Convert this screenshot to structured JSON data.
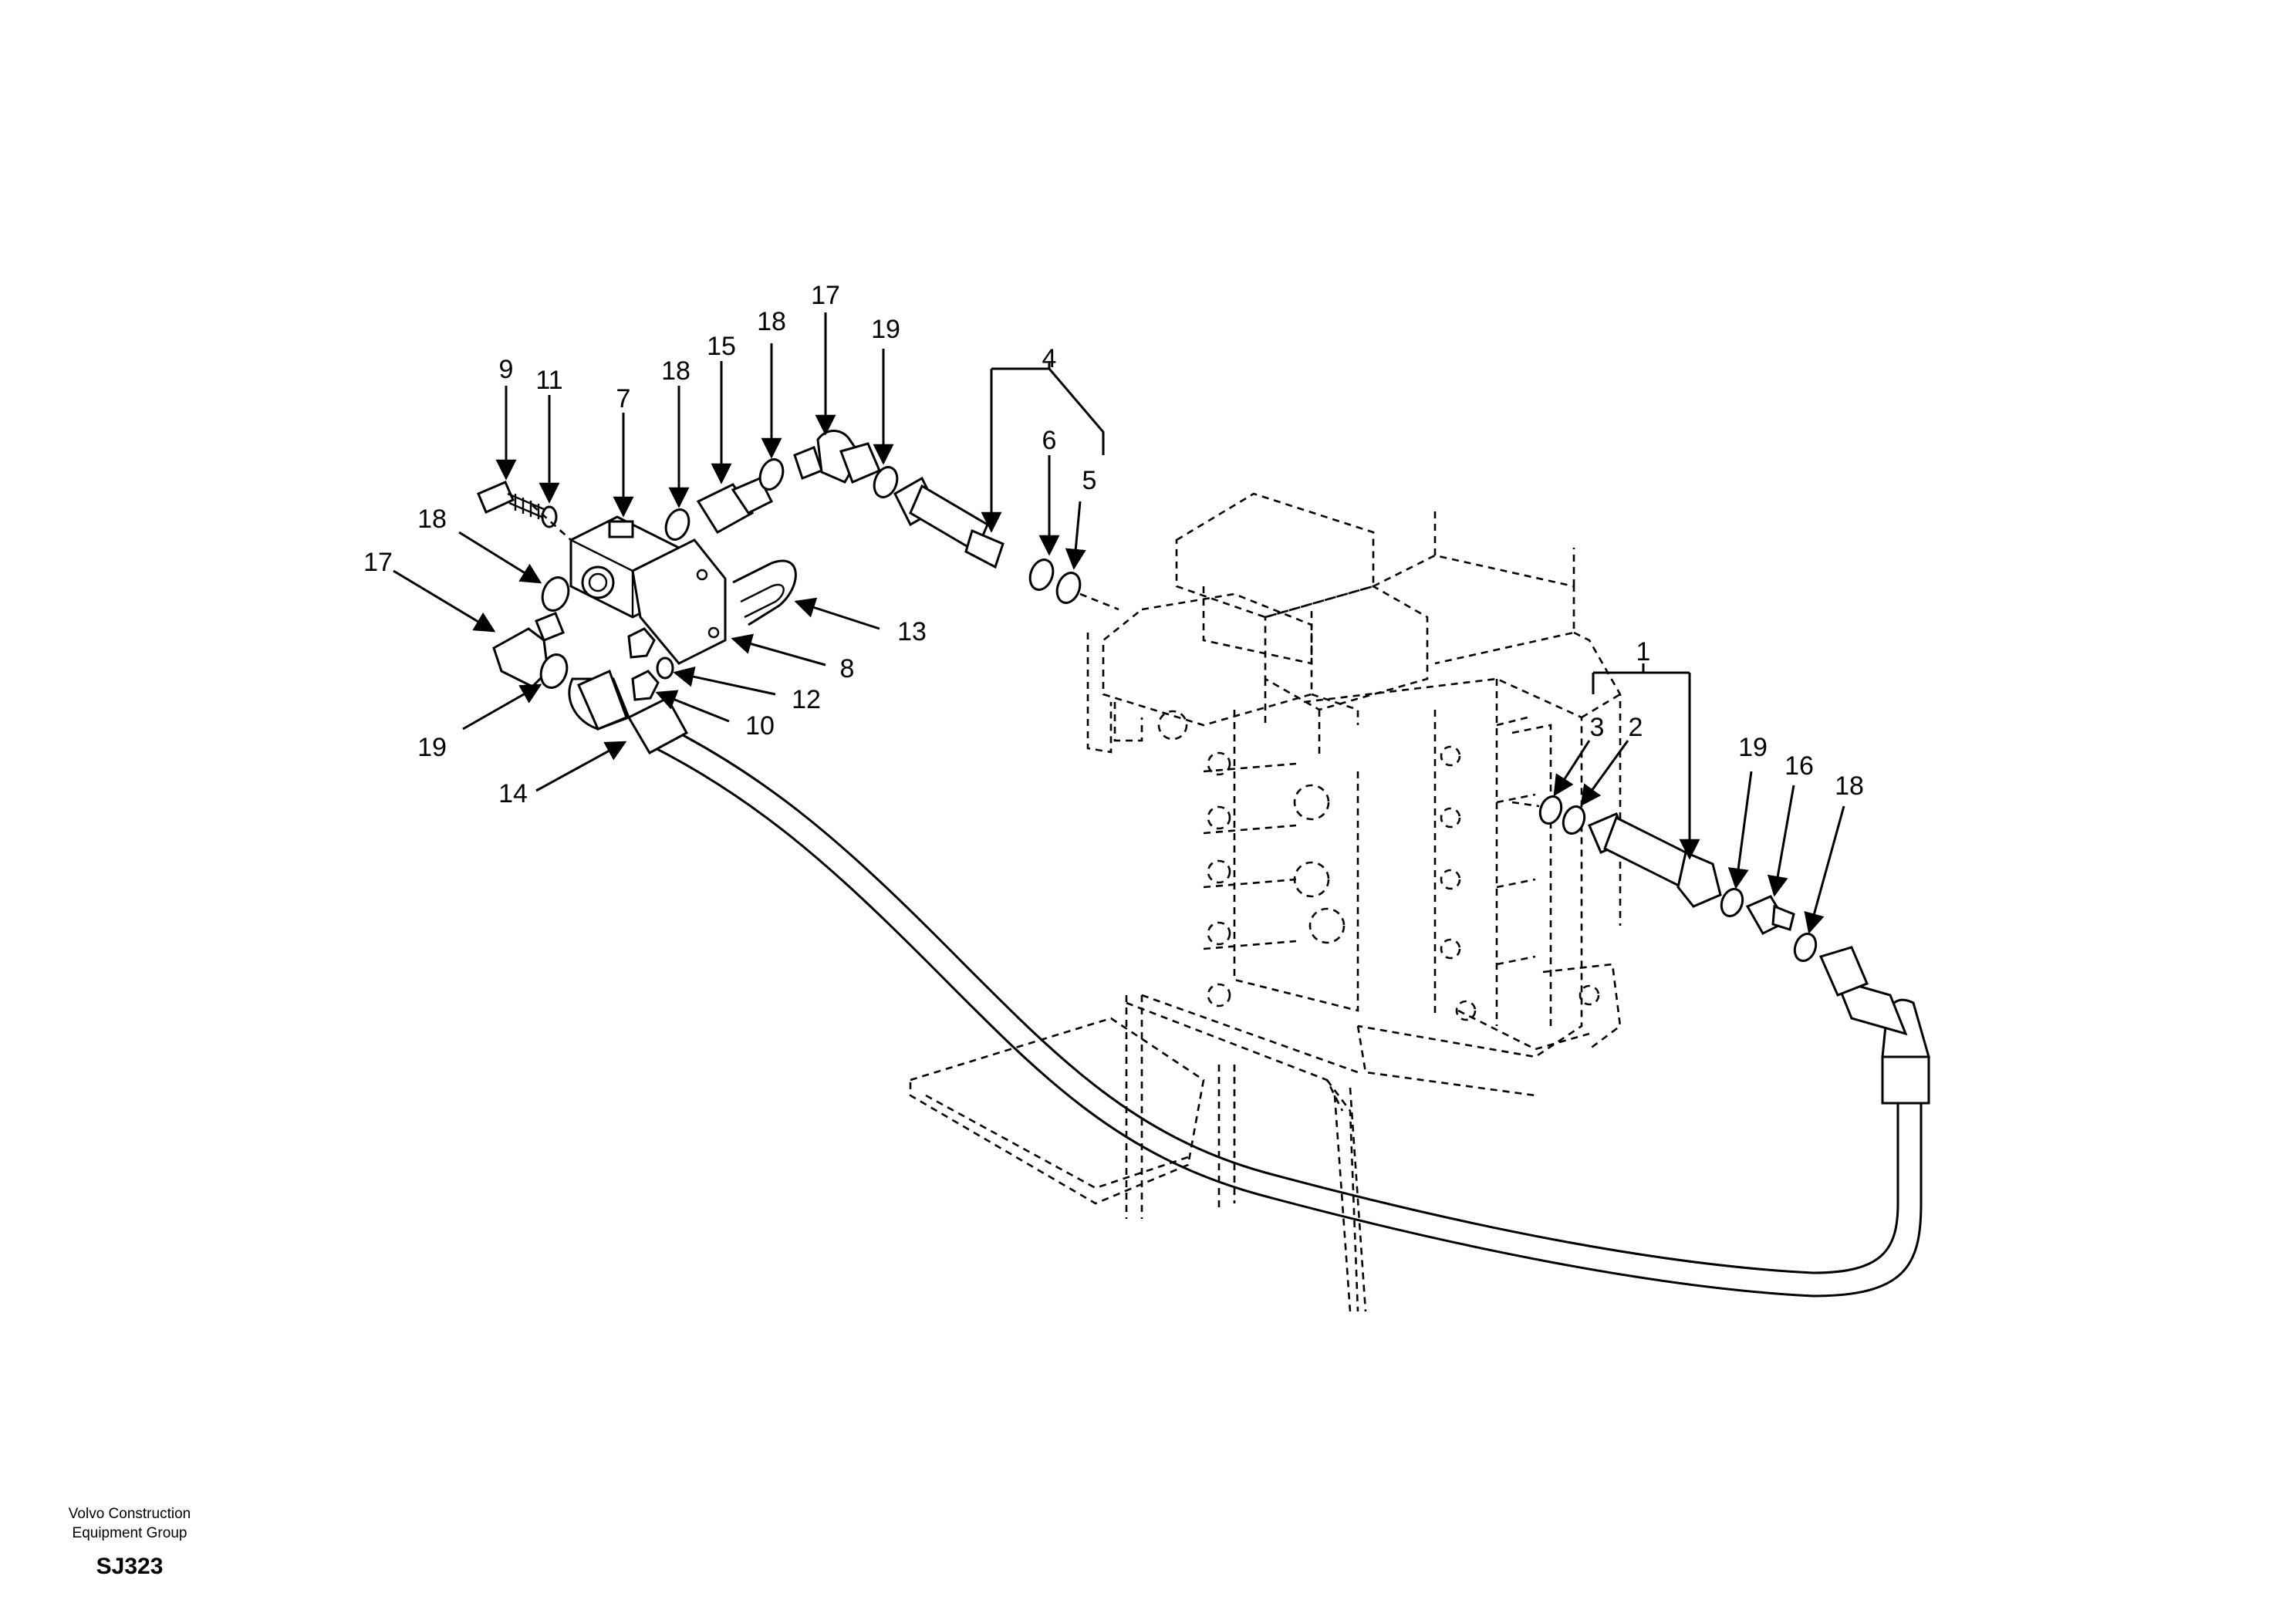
{
  "brand": {
    "line1": "Volvo Construction",
    "line2": "Equipment Group",
    "code": "SJ323"
  },
  "callouts": {
    "c1": "1",
    "c2": "2",
    "c3": "3",
    "c4": "4",
    "c5": "5",
    "c6": "6",
    "c7": "7",
    "c8": "8",
    "c9": "9",
    "c10": "10",
    "c11": "11",
    "c12": "12",
    "c13": "13",
    "c14": "14",
    "c15": "15",
    "c16": "16",
    "c17a": "17",
    "c17b": "17",
    "c18a": "18",
    "c18b": "18",
    "c18c": "18",
    "c18d": "18",
    "c19a": "19",
    "c19b": "19",
    "c19c": "19"
  }
}
